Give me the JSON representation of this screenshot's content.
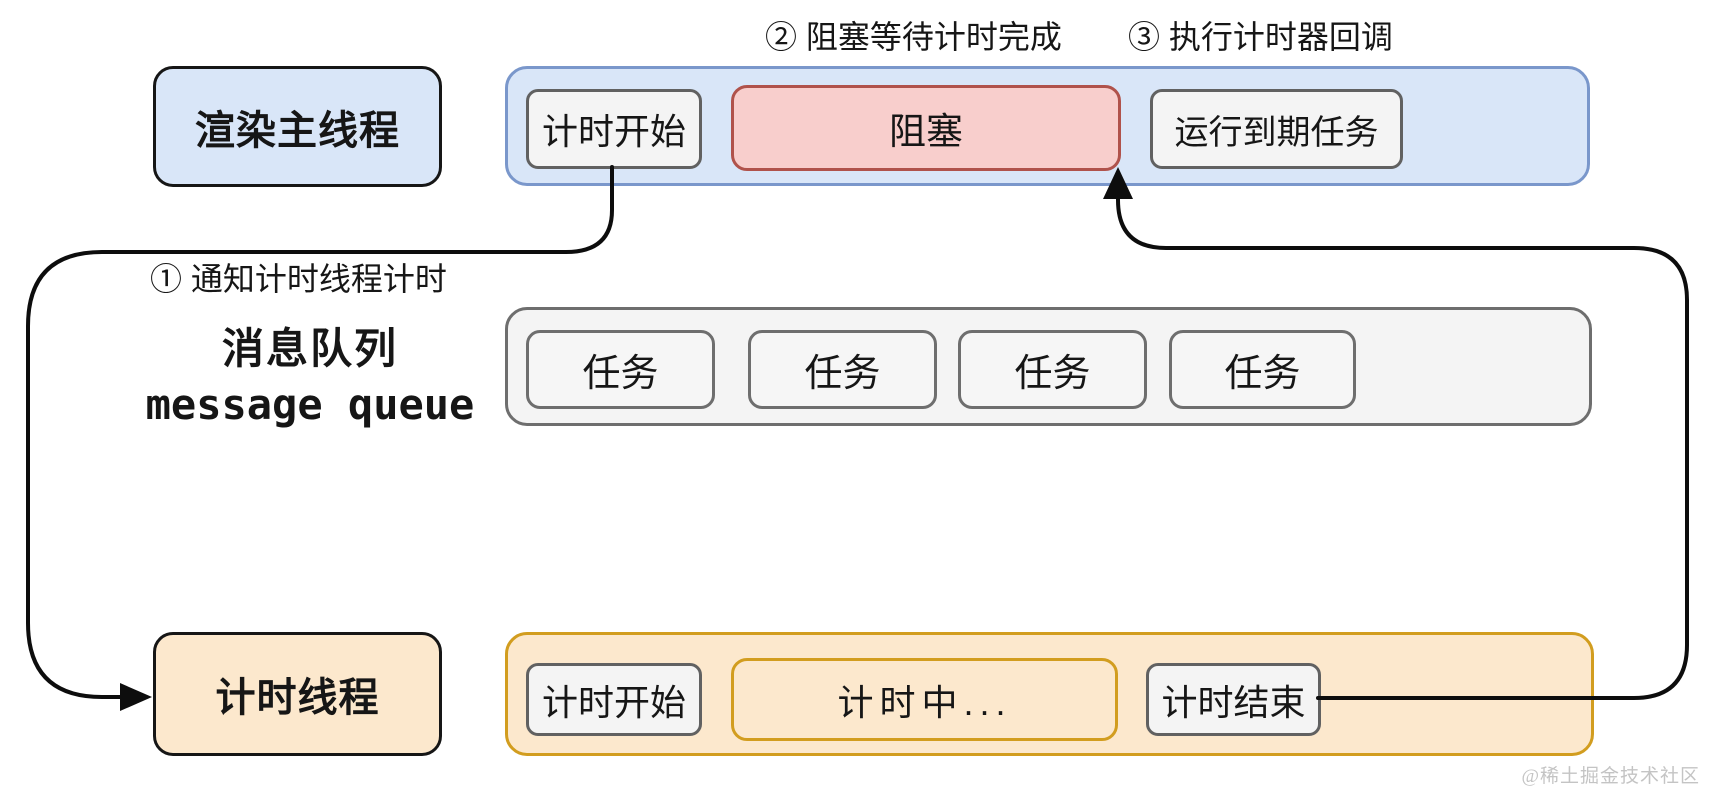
{
  "annotations": {
    "step1": "① 通知计时线程计时",
    "step2": "② 阻塞等待计时完成",
    "step3": "③ 执行计时器回调"
  },
  "render_main_thread": {
    "label": "渲染主线程",
    "timeline": {
      "timing_start": "计时开始",
      "blocked": "阻塞",
      "run_expired_tasks": "运行到期任务"
    }
  },
  "message_queue": {
    "label_zh": "消息队列",
    "label_en": "message queue",
    "tasks": [
      "任务",
      "任务",
      "任务",
      "任务"
    ]
  },
  "timer_thread": {
    "label": "计时线程",
    "timeline": {
      "timing_start": "计时开始",
      "timing_in_progress": "计时中...",
      "timing_end": "计时结束"
    }
  },
  "watermark": "@稀土掘金技术社区",
  "colors": {
    "blue_fill": "#d9e6f8",
    "blue_stroke": "#7a97cb",
    "red_fill": "#f8cecc",
    "red_stroke": "#b0524b",
    "orange_fill": "#fce8cd",
    "orange_stroke": "#d29d1f",
    "gray_fill": "#f4f4f4",
    "gray_stroke": "#616161",
    "arrow": "#0d0d0d",
    "text": "#161616",
    "watermark_text": "#c4c4c4"
  }
}
